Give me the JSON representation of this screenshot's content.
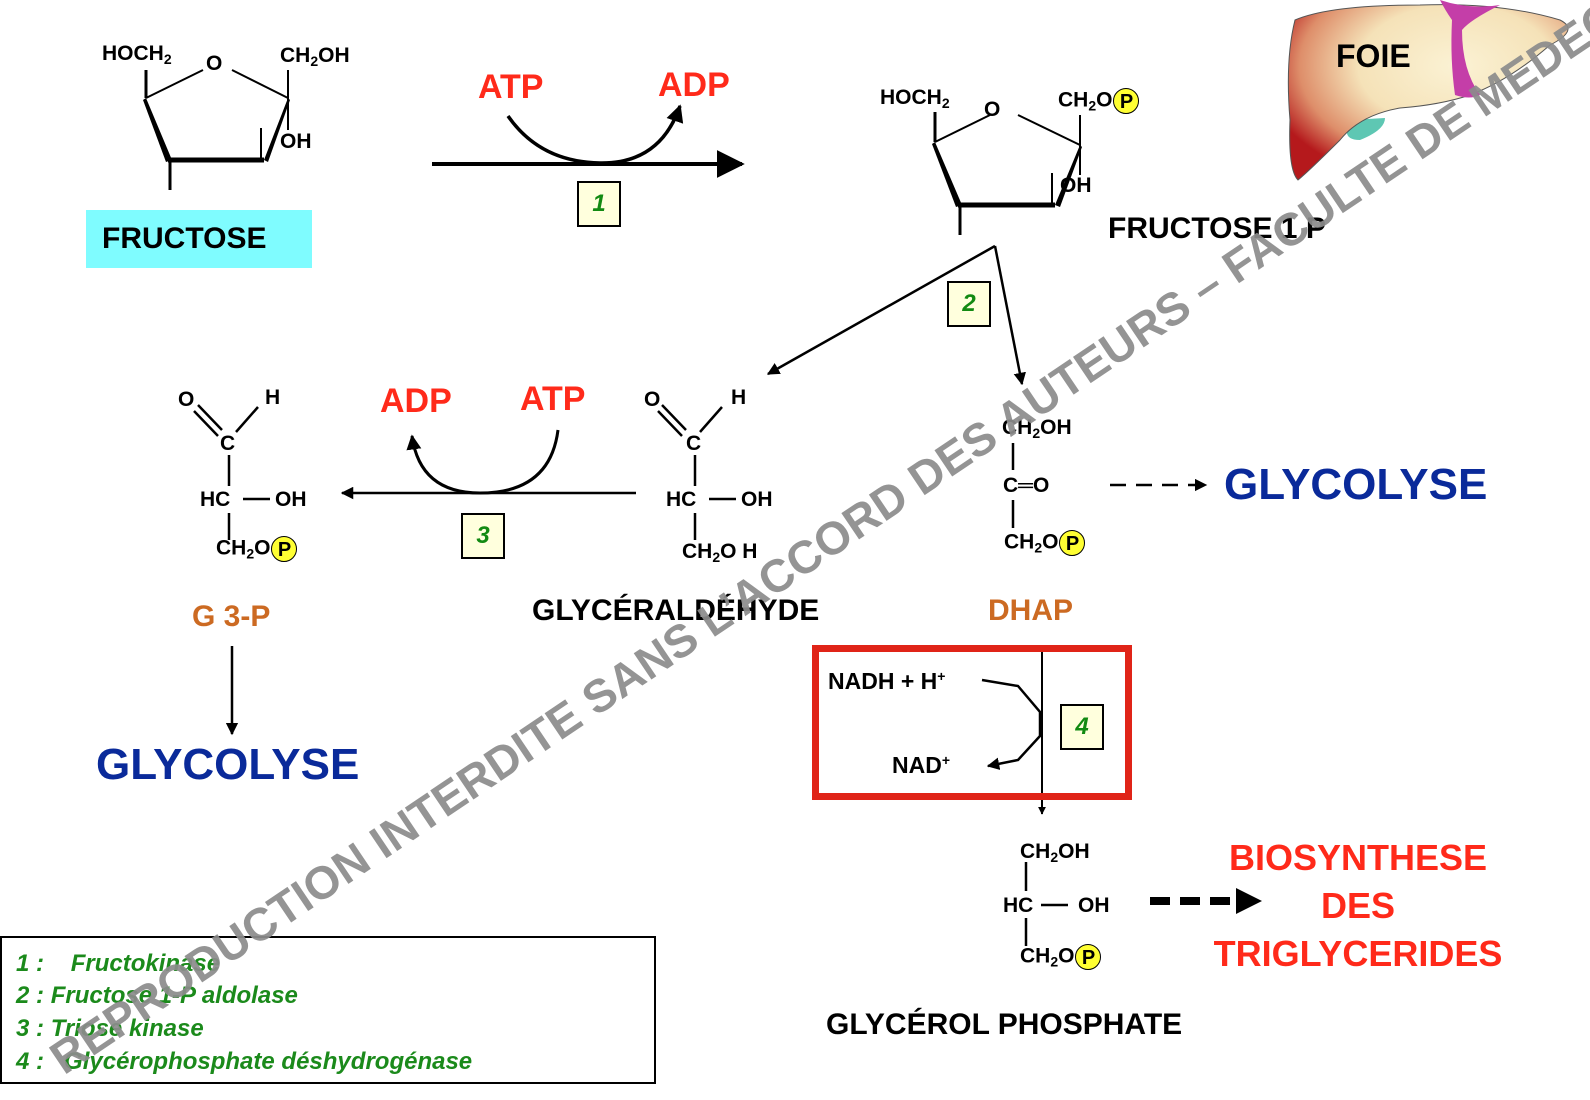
{
  "organ": {
    "label": "FOIE",
    "colors": {
      "lobe": "#f7e9c2",
      "edge": "#b5191c",
      "vessel": "#c43ea8",
      "gallbladder": "#5ec7b3"
    }
  },
  "molecules": {
    "fructose": {
      "name": "FRUCTOSE",
      "groups": {
        "left_top": [
          "HOCH",
          "2"
        ],
        "ring_o": "O",
        "right_top": [
          "CH",
          "2",
          "OH"
        ],
        "right_oh": "OH"
      },
      "highlight": "#7ffcff"
    },
    "fructose_1p": {
      "name": "FRUCTOSE 1 P",
      "groups": {
        "left_top": [
          "HOCH",
          "2"
        ],
        "ring_o": "O",
        "right_top": [
          "CH",
          "2",
          "O"
        ],
        "phosphate": "P",
        "right_oh": "OH"
      }
    },
    "g3p": {
      "name": "G 3-P",
      "groups": {
        "o": "O",
        "h": "H",
        "c": "C",
        "hc": "HC",
        "oh": "OH",
        "ch2o": [
          "CH",
          "2",
          "O"
        ],
        "phosphate": "P"
      }
    },
    "glyceraldehyde": {
      "name": "GLYCÉRALDÉHYDE",
      "groups": {
        "o": "O",
        "h": "H",
        "c": "C",
        "hc": "HC",
        "oh": "OH",
        "ch2oh": [
          "CH",
          "2",
          "O H"
        ]
      }
    },
    "dhap": {
      "name": "DHAP",
      "groups": {
        "ch2oh": [
          "CH",
          "2",
          "OH"
        ],
        "co": "C═O",
        "ch2o": [
          "CH",
          "2",
          "O"
        ],
        "phosphate": "P"
      }
    },
    "glycerol_phosphate": {
      "name": "GLYCÉROL PHOSPHATE",
      "groups": {
        "ch2oh": [
          "CH",
          "2",
          "OH"
        ],
        "hc": "HC",
        "oh": "OH",
        "ch2o": [
          "CH",
          "2",
          "O"
        ],
        "phosphate": "P"
      }
    }
  },
  "reactions": {
    "r1": {
      "enzyme_number": "1",
      "cofactor_in": "ATP",
      "cofactor_out": "ADP"
    },
    "r2": {
      "enzyme_number": "2"
    },
    "r3": {
      "enzyme_number": "3",
      "cofactor_in": "ATP",
      "cofactor_out": "ADP"
    },
    "r4": {
      "enzyme_number": "4",
      "cofactor_in": [
        "NADH + H",
        "+"
      ],
      "cofactor_out": [
        "NAD",
        "+"
      ]
    }
  },
  "outcomes": {
    "glycolyse_right": "GLYCOLYSE",
    "glycolyse_left": "GLYCOLYSE",
    "biosynthese": [
      "BIOSYNTHESE",
      "DES",
      "TRIGLYCERIDES"
    ]
  },
  "legend": {
    "items": [
      {
        "num": "1 :",
        "label": "Fructokinase"
      },
      {
        "num": "2  :",
        "label": "Fructose 1-P aldolase"
      },
      {
        "num": "3 :",
        "label": "Triose kinase"
      },
      {
        "num": "4 :",
        "label": "Glycérophosphate déshydrogénase"
      }
    ]
  },
  "watermark": "REPRODUCTION INTERDITE SANS L’ACCORD DES AUTEURS – FACULTE DE MEDECIN - UNS",
  "colors": {
    "cofactor": "#ff2a1a",
    "enzyme_text": "#128a12",
    "enzyme_box": "#ffffdd",
    "glycolyse": "#0a2a9a",
    "metabolite_orange": "#cc6a22",
    "phosphate": "#ffff33",
    "frame": "#e02418"
  }
}
